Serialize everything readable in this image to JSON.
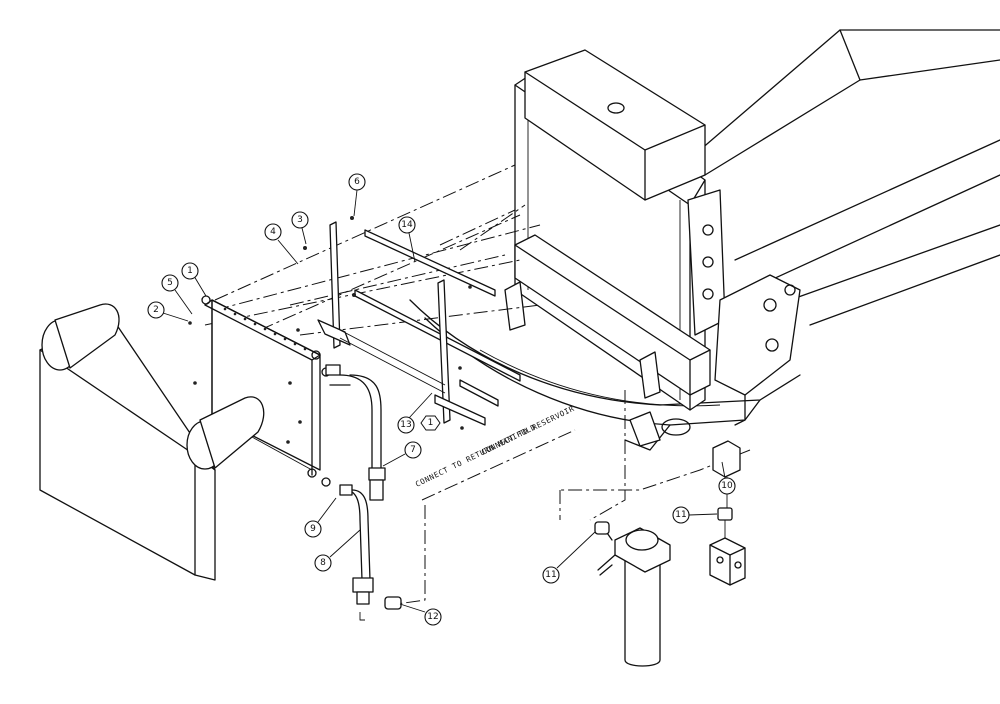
{
  "diagram": {
    "part_callouts": [
      {
        "id": "callout-1",
        "label": "1"
      },
      {
        "id": "callout-2",
        "label": "2"
      },
      {
        "id": "callout-3",
        "label": "3"
      },
      {
        "id": "callout-4",
        "label": "4"
      },
      {
        "id": "callout-5",
        "label": "5"
      },
      {
        "id": "callout-6",
        "label": "6"
      },
      {
        "id": "callout-7",
        "label": "7"
      },
      {
        "id": "callout-8",
        "label": "8"
      },
      {
        "id": "callout-9",
        "label": "9"
      },
      {
        "id": "callout-10",
        "label": "10"
      },
      {
        "id": "callout-11a",
        "label": "11"
      },
      {
        "id": "callout-11b",
        "label": "11"
      },
      {
        "id": "callout-12",
        "label": "12"
      },
      {
        "id": "callout-13",
        "label": "13"
      },
      {
        "id": "callout-14",
        "label": "14"
      },
      {
        "id": "callout-hex",
        "label": "1"
      }
    ],
    "notes": {
      "return_manifold": "CONNECT TO RETURN MANIFOLD",
      "reservoir": "CONNECT TO RESERVOIR"
    }
  }
}
